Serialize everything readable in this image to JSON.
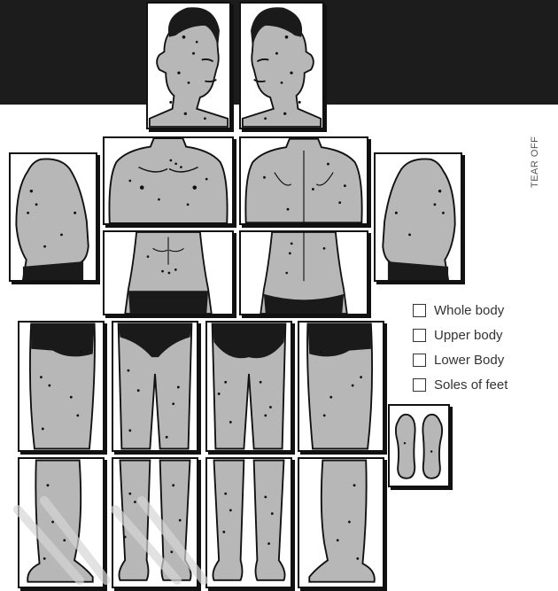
{
  "header": {
    "band_color": "#1c1c1c"
  },
  "body_map": {
    "skin_color": "#b7b7b7",
    "ink_color": "#111111",
    "underwear_color": "#1a1a1a",
    "views": [
      "head-left-profile",
      "head-right-profile",
      "left-side-upper-torso",
      "chest-front",
      "back-upper",
      "right-side-upper-torso",
      "abdomen-front",
      "lower-back",
      "upper-leg-side-left",
      "upper-leg-front",
      "upper-leg-back",
      "upper-leg-side-right",
      "lower-leg-side-left",
      "lower-leg-front",
      "lower-leg-back",
      "lower-leg-side-right",
      "soles-of-feet"
    ]
  },
  "checklist": {
    "items": [
      {
        "label": "Whole body",
        "checked": false
      },
      {
        "label": "Upper body",
        "checked": false
      },
      {
        "label": "Lower Body",
        "checked": false
      },
      {
        "label": "Soles of feet",
        "checked": false
      }
    ]
  },
  "tear_off": {
    "text": "TEAR OFF"
  }
}
